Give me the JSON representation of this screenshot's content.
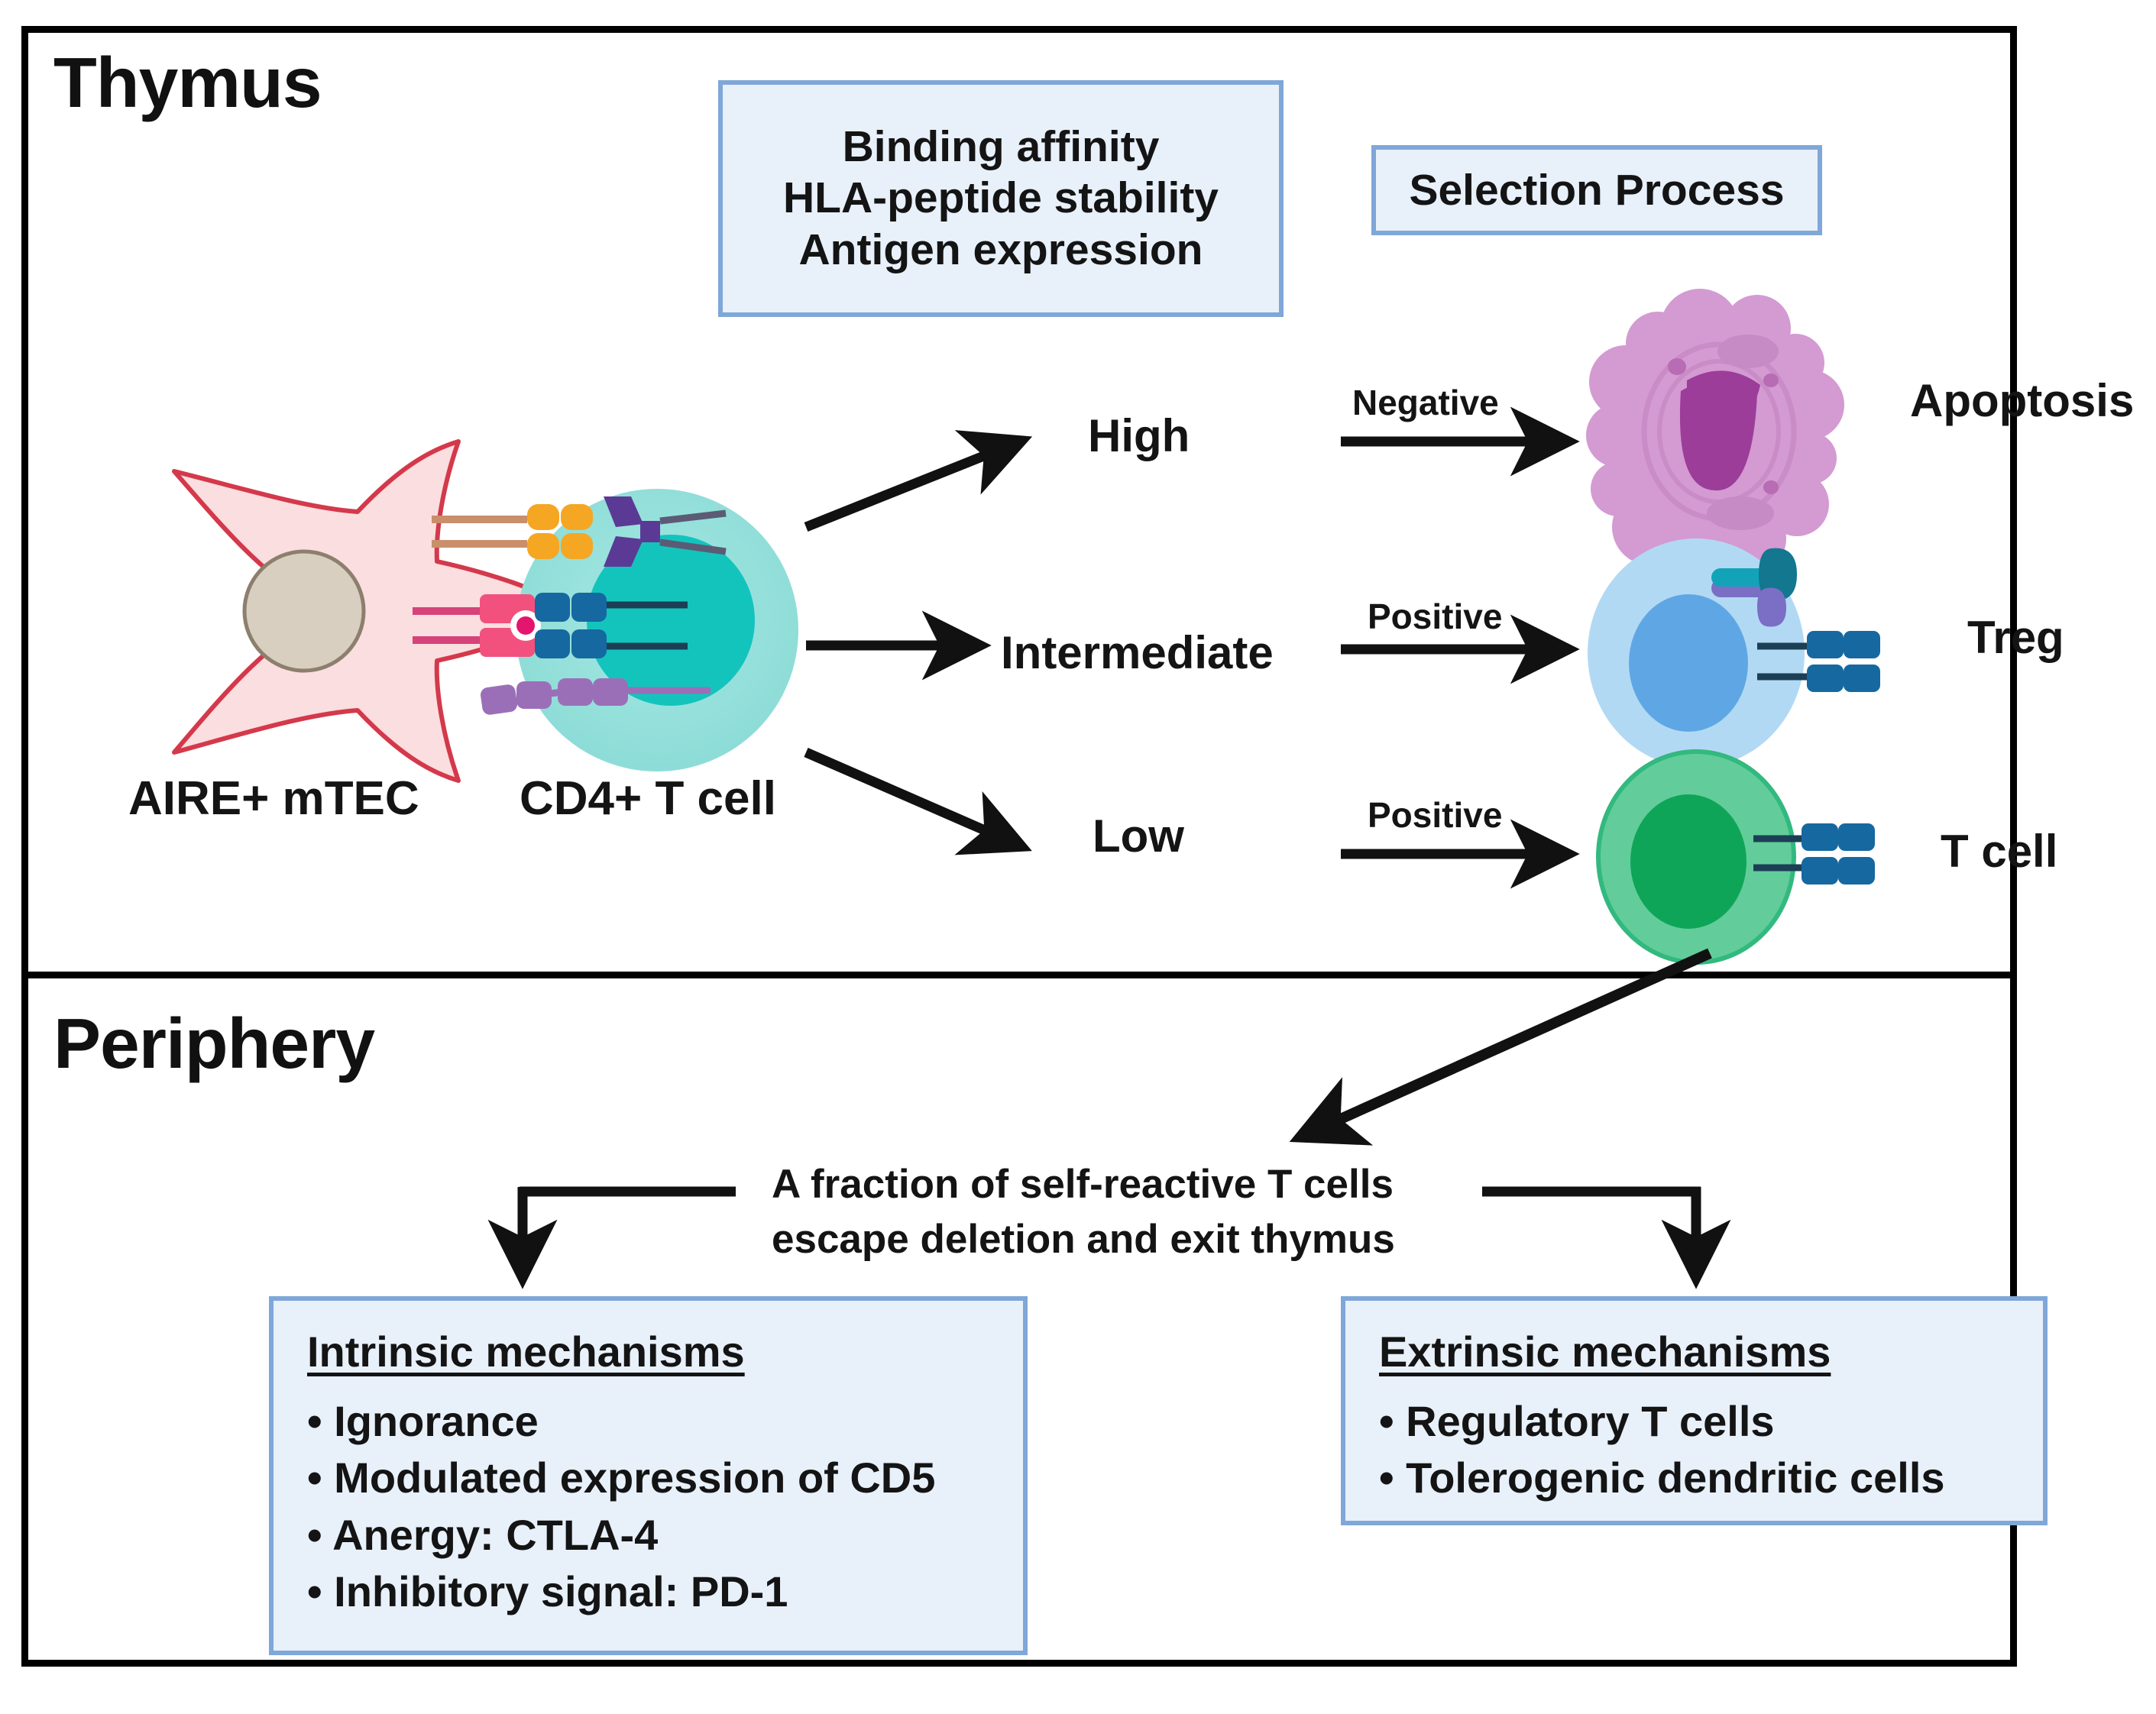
{
  "figure": {
    "panels": {
      "thymus": {
        "title": "Thymus"
      },
      "periphery": {
        "title": "Periphery"
      }
    },
    "criteria_box": {
      "lines": [
        "Binding affinity",
        "HLA-peptide stability",
        "Antigen expression"
      ]
    },
    "selection_box": {
      "label": "Selection Process"
    },
    "cells": {
      "apc_label": "AIRE+ mTEC",
      "tcell_label": "CD4+ T cell",
      "apoptosis_label": "Apoptosis",
      "treg_label": "Treg",
      "naive_tcell_label": "T cell"
    },
    "affinity_levels": [
      {
        "level": "High",
        "selection": "Negative",
        "outcome": "Apoptosis"
      },
      {
        "level": "Intermediate",
        "selection": "Positive",
        "outcome": "Treg"
      },
      {
        "level": "Low",
        "selection": "Positive",
        "outcome": "T cell"
      }
    ],
    "escape_note": {
      "line1": "A fraction of self-reactive T cells",
      "line2": "escape deletion and exit thymus"
    },
    "intrinsic": {
      "heading": "Intrinsic mechanisms",
      "bullets": [
        "• Ignorance",
        "• Modulated expression of CD5",
        "• Anergy: CTLA-4",
        "• Inhibitory signal: PD-1"
      ]
    },
    "extrinsic": {
      "heading": "Extrinsic mechanisms",
      "bullets": [
        "• Regulatory T cells",
        "• Tolerogenic dendritic cells"
      ]
    },
    "colors": {
      "frame": "#000000",
      "callout_fill": "#e8f0fa",
      "callout_border": "#7fa7d8",
      "mtec_fill": "#fbdedf",
      "mtec_stroke": "#d4394b",
      "mtec_nucleus": "#d8cfc0",
      "tcell_fill": "#8fded9",
      "tcell_nucleus": "#13c4bd",
      "apoptotic_fill": "#d49ad2",
      "apoptotic_nucleus": "#9c3d99",
      "treg_fill": "#b2d9f4",
      "treg_nucleus": "#5fa7e4",
      "naive_fill": "#62cd9a",
      "naive_nucleus": "#0fa558",
      "mhc_orange": "#f5a623",
      "tcr_purple": "#5b3a96",
      "mhc_pink": "#f2517e",
      "tcr_blue": "#1668a0",
      "costim_violet": "#9b6fb8"
    }
  }
}
